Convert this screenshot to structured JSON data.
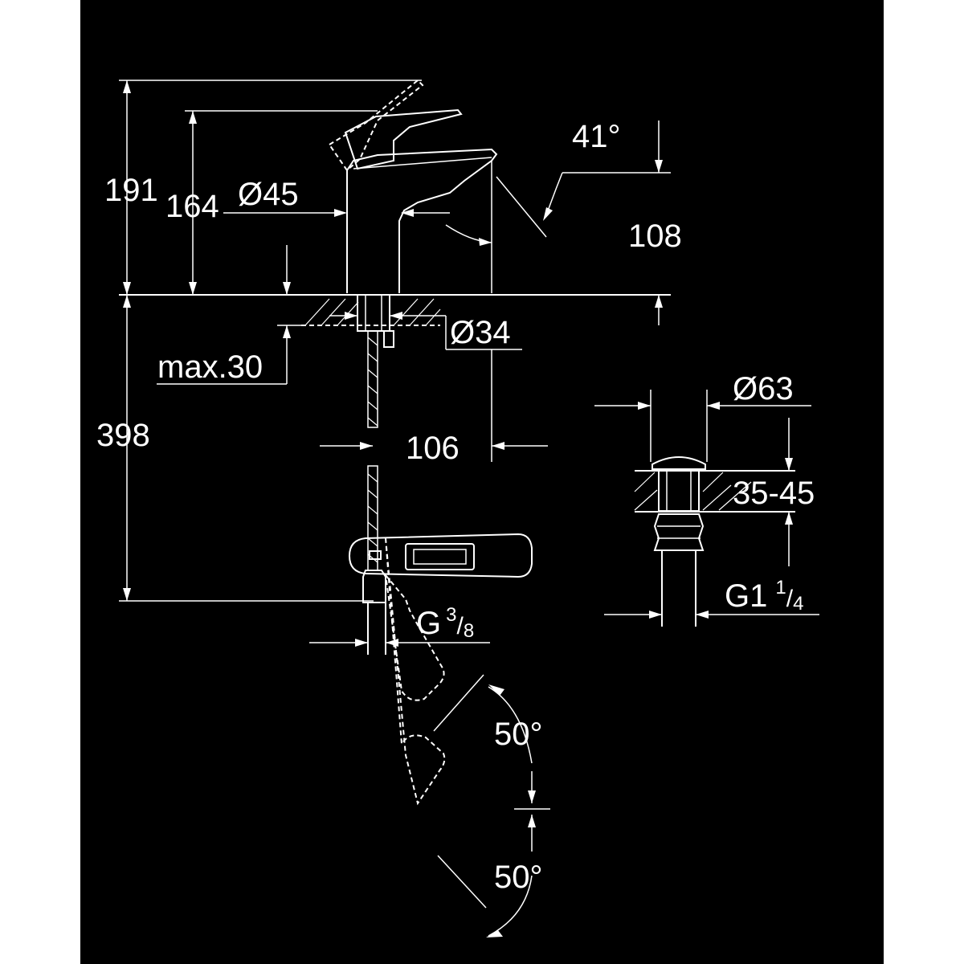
{
  "dimensions": {
    "height_total": "191",
    "height_lever": "164",
    "diameter_body": "Ø45",
    "angle_spout": "41°",
    "spout_height": "108",
    "diameter_hole": "Ø34",
    "max_thickness": "max.30",
    "height_below": "398",
    "projection": "106",
    "connection_g": "G",
    "connection_num": "3",
    "connection_den": "8",
    "waste_diameter": "Ø63",
    "waste_range": "35-45",
    "waste_g": "G1",
    "waste_num": "1",
    "waste_den": "4",
    "angle_left": "50°",
    "angle_right": "50°"
  },
  "colors": {
    "background": "#000000",
    "line": "#ffffff",
    "frame": "#ffffff"
  }
}
